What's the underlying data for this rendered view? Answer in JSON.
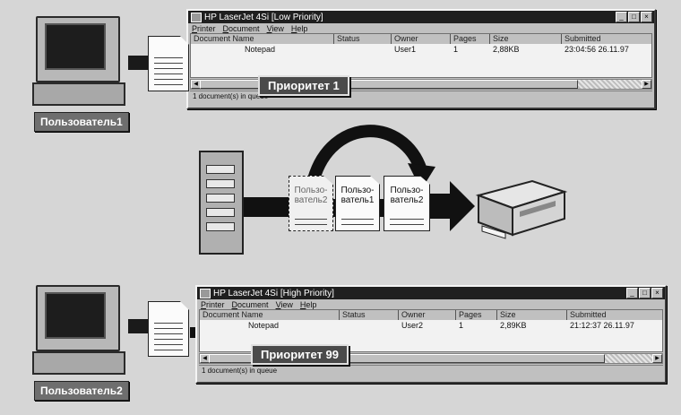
{
  "window_low": {
    "title": "HP LaserJet 4Si [Low Priority]",
    "menu": [
      "Printer",
      "Document",
      "View",
      "Help"
    ],
    "columns": [
      "Document Name",
      "Status",
      "Owner",
      "Pages",
      "Size",
      "Submitted"
    ],
    "row": {
      "name": "Notepad",
      "status": "",
      "owner": "User1",
      "pages": "1",
      "size": "2,88KB",
      "submitted": "23:04:56 26.11.97"
    },
    "status": "1 document(s) in queue"
  },
  "window_high": {
    "title": "HP LaserJet 4Si [High Priority]",
    "menu": [
      "Printer",
      "Document",
      "View",
      "Help"
    ],
    "columns": [
      "Document Name",
      "Status",
      "Owner",
      "Pages",
      "Size",
      "Submitted"
    ],
    "row": {
      "name": "Notepad",
      "status": "",
      "owner": "User2",
      "pages": "1",
      "size": "2,89KB",
      "submitted": "21:12:37 26.11.97"
    },
    "status": "1 document(s) in queue"
  },
  "labels": {
    "priority_low": "Приоритет 1",
    "priority_high": "Приоритет 99",
    "user1": "Пользователь1",
    "user2": "Пользователь2"
  },
  "queue_docs": {
    "doc_a_line1": "Пользо-",
    "doc_a_line2": "ватель2",
    "doc_b_line1": "Пользо-",
    "doc_b_line2": "ватель1",
    "doc_c_line1": "Пользо-",
    "doc_c_line2": "ватель2"
  },
  "icons": [
    "monitor-icon",
    "document-icon",
    "server-icon",
    "printer-icon",
    "arrow-icon"
  ]
}
